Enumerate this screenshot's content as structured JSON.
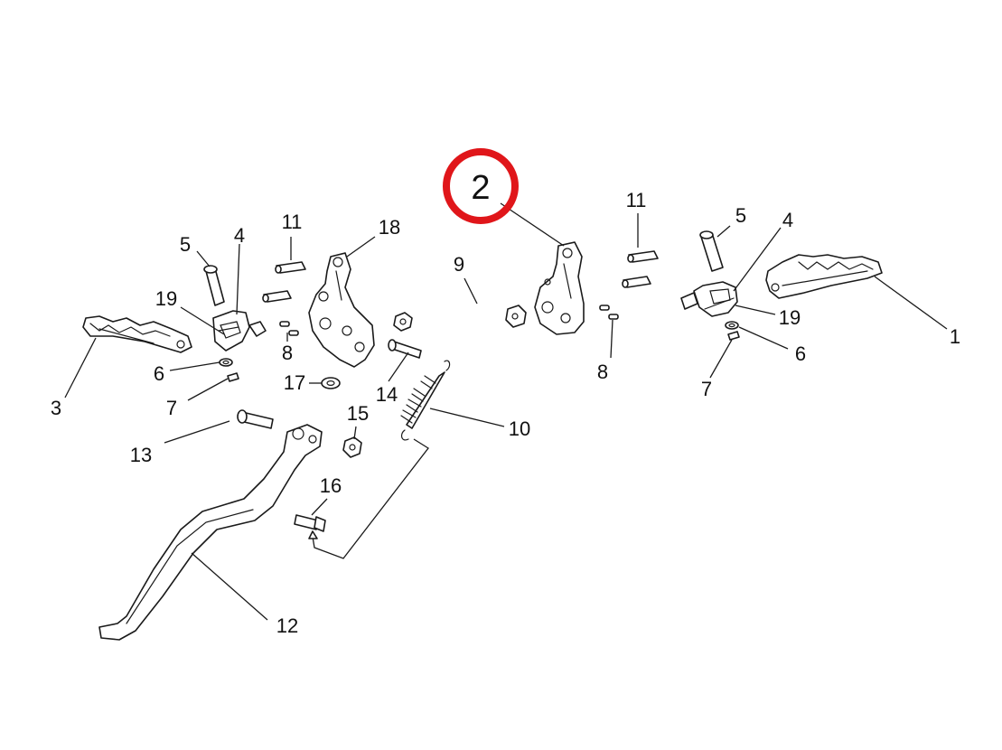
{
  "highlight": {
    "label": "2",
    "ring_color": "#e0161a"
  },
  "callouts": {
    "left_5": "5",
    "left_4": "4",
    "left_11": "11",
    "left_18": "18",
    "left_19": "19",
    "left_8": "8",
    "left_6": "6",
    "left_3": "3",
    "left_7": "7",
    "left_17": "17",
    "left_14": "14",
    "left_13": "13",
    "left_15": "15",
    "left_10": "10",
    "left_16": "16",
    "left_12": "12",
    "right_9": "9",
    "right_11": "11",
    "right_5": "5",
    "right_4": "4",
    "right_19": "19",
    "right_1": "1",
    "right_6": "6",
    "right_8": "8",
    "right_7": "7"
  }
}
